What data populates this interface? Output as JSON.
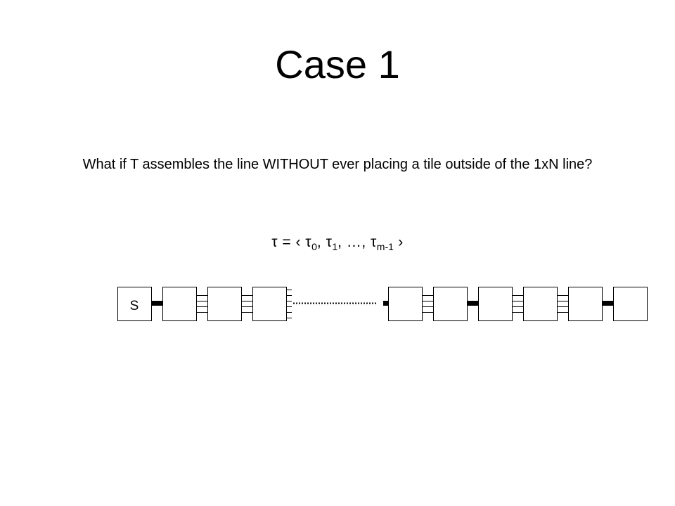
{
  "slide": {
    "title": "Case 1",
    "question": "What if T assembles the line WITHOUT ever placing a tile outside of the 1xN line?"
  },
  "sequence": {
    "symbol": "τ",
    "equals": " = ",
    "open": "‹ ",
    "close": " ›",
    "sep": ", ",
    "ellipsis": "…",
    "sub_0": "0",
    "sub_1": "1",
    "sub_last": "m-1"
  },
  "diagram": {
    "seed_label": "S",
    "tile_count": 10,
    "gap_after_index": 3,
    "glue_kinds": [
      "strong",
      "multi",
      "multi",
      "multi",
      "strong",
      "multi",
      "multi",
      "strong"
    ]
  }
}
